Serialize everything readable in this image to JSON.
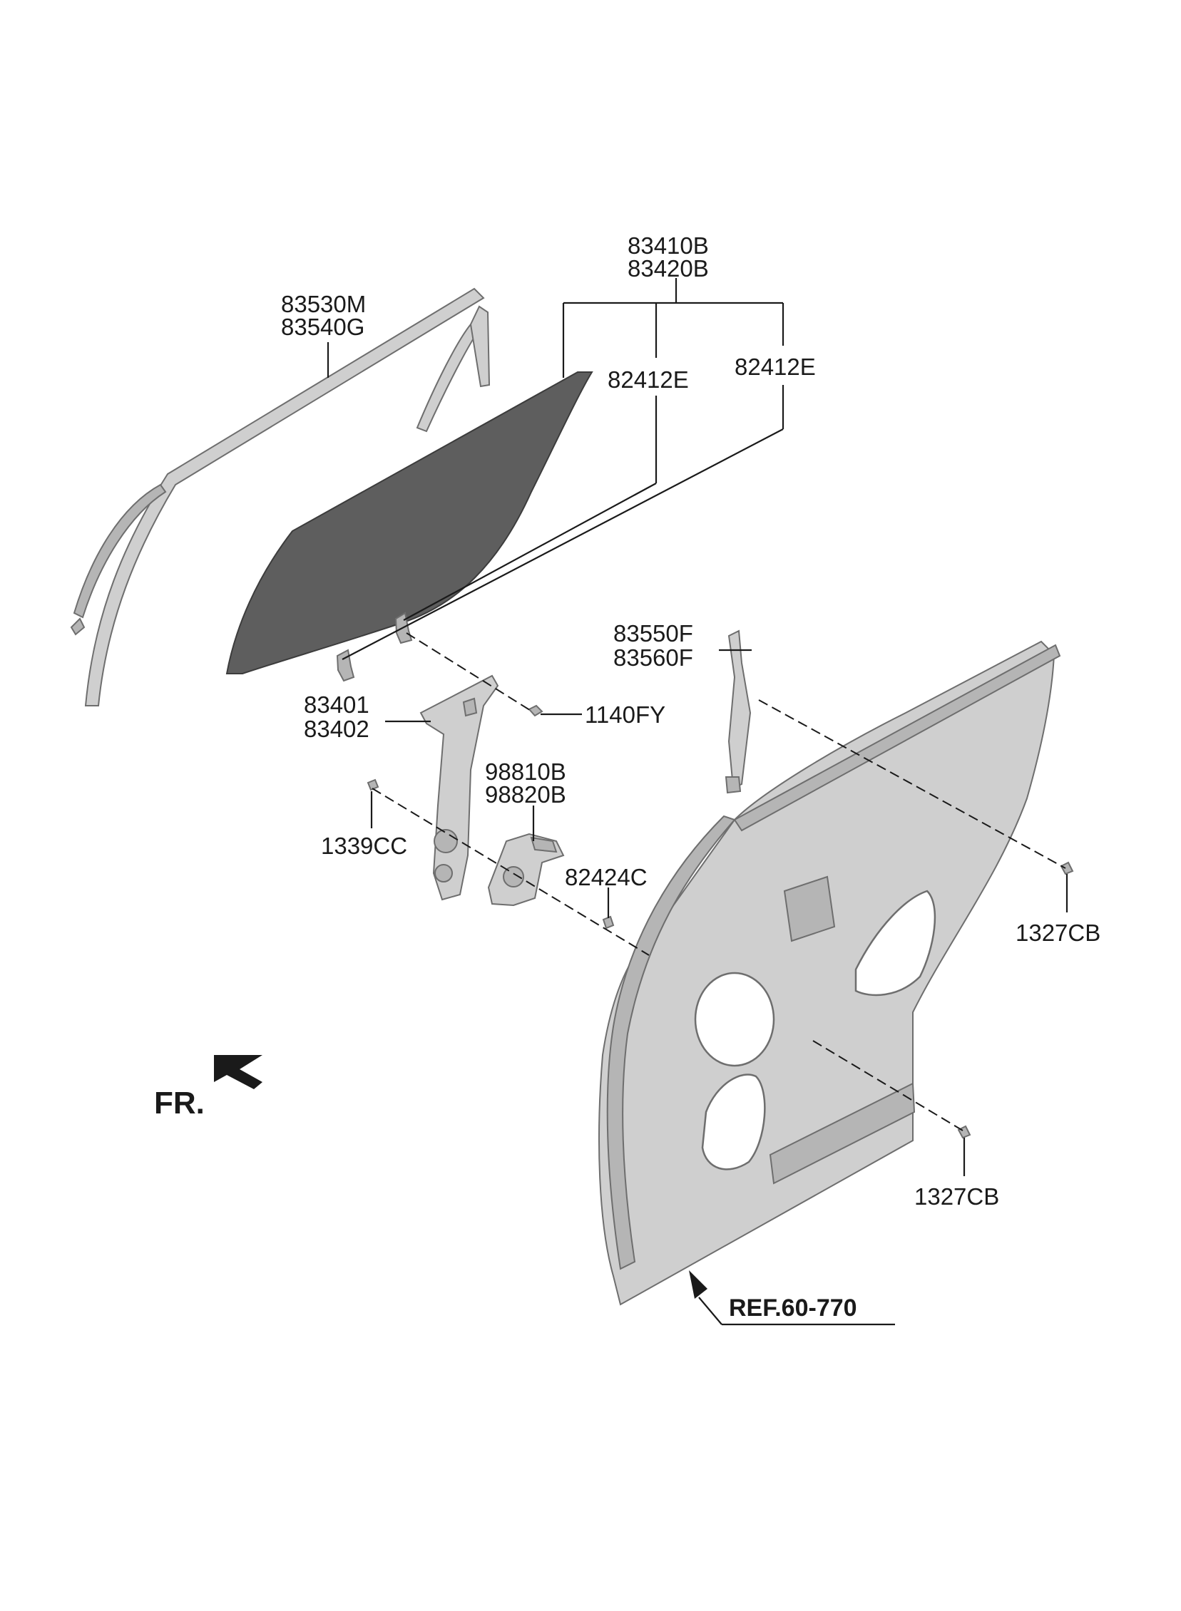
{
  "labels": {
    "p83410B": "83410B",
    "p83420B": "83420B",
    "p83530M": "83530M",
    "p83540G": "83540G",
    "p82412E_a": "82412E",
    "p82412E_b": "82412E",
    "p83550F": "83550F",
    "p83560F": "83560F",
    "p83401": "83401",
    "p83402": "83402",
    "p1140FY": "1140FY",
    "p98810B": "98810B",
    "p98820B": "98820B",
    "p1339CC": "1339CC",
    "p82424C": "82424C",
    "p1327CB_a": "1327CB",
    "p1327CB_b": "1327CB",
    "ref": "REF.60-770",
    "front": "FR."
  },
  "colors": {
    "glass": "#5e5e5e",
    "panel": "#cfcfcf",
    "line": "#1a1a1a"
  }
}
